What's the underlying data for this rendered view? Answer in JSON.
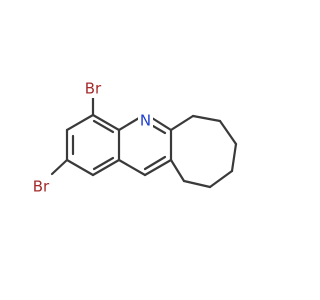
{
  "molecule": {
    "atoms": {
      "bromine_top": "Br",
      "nitrogen": "N",
      "bromine_left": "Br"
    },
    "colors": {
      "bond": "#3a3a3a",
      "bromine": "#a52a2a",
      "nitrogen": "#1f3fd1",
      "background": "#ffffff"
    }
  }
}
